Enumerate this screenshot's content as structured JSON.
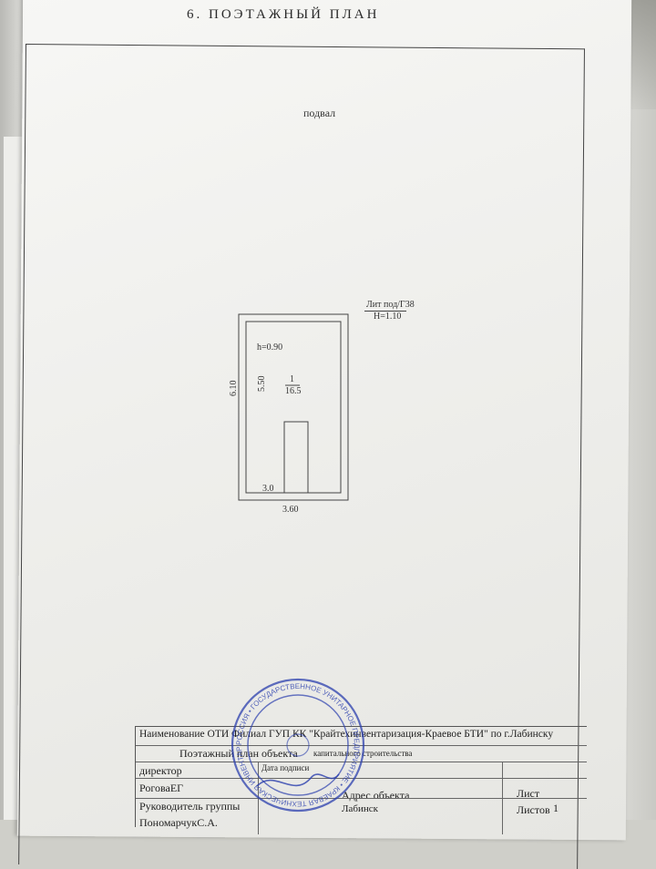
{
  "document": {
    "section_title": "6. ПОЭТАЖНЫЙ ПЛАН",
    "floor_name": "подвал",
    "lit_label": "Лит под/Г38",
    "h_total": "Н=1.10"
  },
  "plan": {
    "height_label": "h=0.90",
    "room_number": "1",
    "room_area": "16.5",
    "outer_height": "6.10",
    "inner_height": "5.50",
    "inner_width": "3.0",
    "outer_width": "3.60"
  },
  "table": {
    "row1": "Наименование ОТИ Филиал ГУП КК \"Крайтехинвентаризация-Краевое БТИ\" по г.Лабинску",
    "row2": "Поэтажный план объекта",
    "row2_extra": "капитального строительства",
    "director_label": "директор",
    "director_name": "РоговаЕГ",
    "date_small": "Дата подписи",
    "address_label": "Адрес объекта",
    "address_value": "Лабинск",
    "sheet_label": "Лист",
    "sheets_label": "Листов",
    "sheets_value": "1",
    "group_head_label": "Руководитель группы",
    "group_head_name": "ПономарчукС.А."
  },
  "stamp": {
    "ring_text": "РОССИЯ • ГОСУДАРСТВЕННОЕ УНИТАРНОЕ ПРЕДПРИЯТИЕ • КРАЕВАЯ ТЕХНИЧЕСКАЯ ИНВЕНТАРИЗАЦИЯ",
    "color": "#2b3fae"
  }
}
